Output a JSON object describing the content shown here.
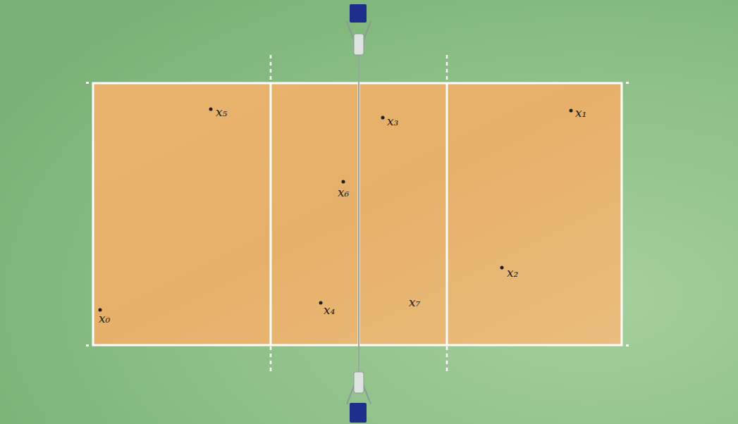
{
  "diagram": {
    "labels": [
      "x₅",
      "x₃",
      "x₁",
      "x₆",
      "x₂",
      "x₀",
      "x₄",
      "x₇"
    ]
  }
}
